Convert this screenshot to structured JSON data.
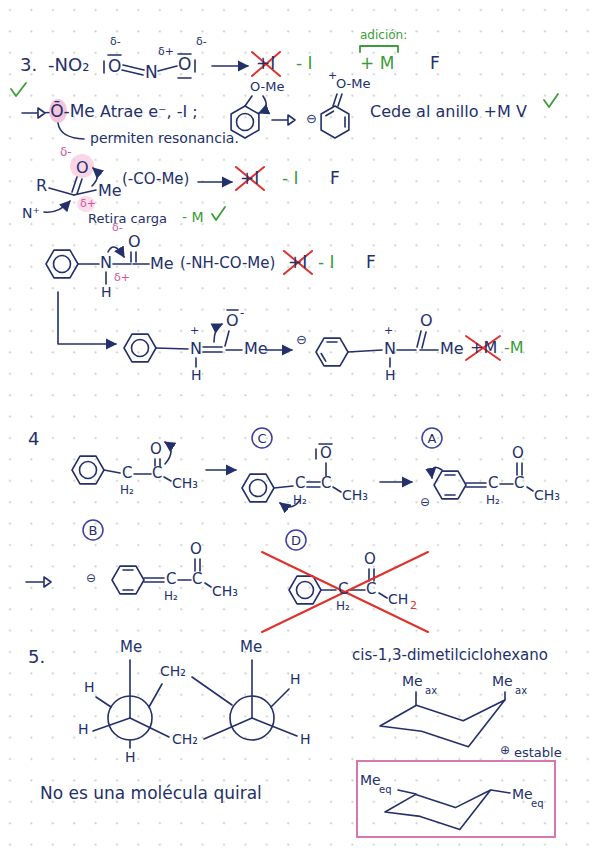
{
  "diagram": {
    "nodes": [
      {
        "text": [
          "C"
        ]
      },
      {
        "text": [
          "A"
        ]
      },
      {
        "text": [
          "B"
        ]
      },
      {
        "text": [
          "D"
        ]
      },
      {
        "text": [
          "Me",
          "eq",
          "Me",
          "eq"
        ]
      }
    ],
    "labels": [
      "3.",
      "-NO₂",
      "O",
      "N",
      "O",
      "δ-",
      "δ+",
      "δ-",
      "+I",
      "- I",
      "adición:",
      "+ M",
      "F",
      "-Ō-Me",
      "Atrae e⁻, -I ;",
      "O-Me",
      "⊖",
      "+",
      "O-Me",
      "Cede al anillo +M V",
      "permiten resonancia.",
      "δ-",
      "O",
      "R",
      "δ+",
      "Me",
      "(-CO-Me)",
      "+I",
      "- I",
      "F",
      "N⁺",
      "Retira carga",
      "- M",
      "N",
      "H",
      "δ-",
      "O",
      "δ+",
      "Me",
      "(-NH-CO-Me)",
      "+I",
      "- I",
      "F",
      "N",
      "+",
      "H",
      "O",
      "-",
      "Me",
      "⊖",
      "N",
      "+",
      "H",
      "O",
      "Me",
      "+M",
      "-M",
      "4",
      "C",
      "H₂",
      "O",
      "C",
      "CH₃",
      "C",
      "H₂",
      "O",
      "C",
      "CH₃",
      "⊖",
      "C",
      "H₂",
      "O",
      "C",
      "CH₃",
      "⊖",
      "C",
      "H₂",
      "O",
      "C",
      "CH₃",
      "C",
      "H₂",
      "O",
      "C",
      "CH",
      "2",
      "5.",
      "H",
      "Me",
      "CH₂",
      "H",
      "H",
      "CH₂",
      "Me",
      "H",
      "H",
      "No es una molécula quiral",
      "cis-1,3-dimetilciclohexano",
      "Me",
      "ax",
      "Me",
      "ax",
      "⊕",
      "estable"
    ]
  }
}
